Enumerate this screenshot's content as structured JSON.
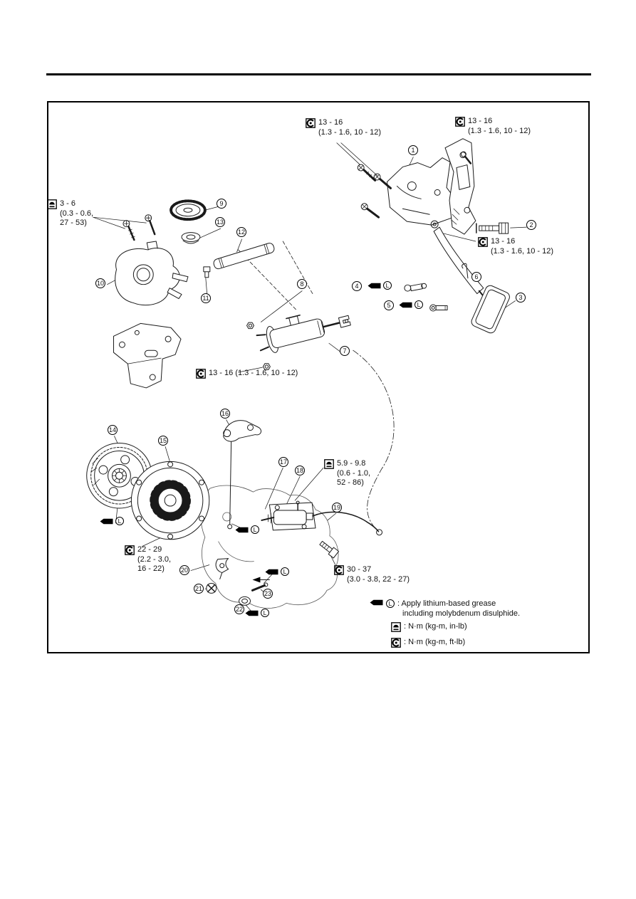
{
  "figure": {
    "kind": "exploded-parts-diagram",
    "subject": "Clutch pedal, master cylinder, clutch disc and operating cylinder"
  },
  "symbols": {
    "l": "L"
  },
  "torque": {
    "a": {
      "l1": "13 - 16",
      "l2": "(1.3 - 1.6, 10 - 12)"
    },
    "b": {
      "l1": "13 - 16",
      "l2": "(1.3 - 1.6, 10 - 12)"
    },
    "c": {
      "l1": "13 - 16",
      "l2": "(1.3 - 1.6, 10 - 12)"
    },
    "d": {
      "l1": "3 - 6",
      "l2": "(0.3 - 0.6,",
      "l3": "27 - 53)"
    },
    "e": {
      "l1": "13 - 16 (1.3 - 1.6, 10 - 12)"
    },
    "f": {
      "l1": "5.9 - 9.8",
      "l2": "(0.6 - 1.0,",
      "l3": "52 - 86)"
    },
    "g": {
      "l1": "22 - 29",
      "l2": "(2.2 - 3.0,",
      "l3": "16 - 22)"
    },
    "h": {
      "l1": "30 - 37",
      "l2": "(3.0 - 3.8, 22 - 27)"
    }
  },
  "callouts": {
    "c1": "1",
    "c2": "2",
    "c3": "3",
    "c4": "4",
    "c5": "5",
    "c6": "6",
    "c7": "7",
    "c8": "8",
    "c9": "9",
    "c10": "10",
    "c11": "11",
    "c12": "12",
    "c13": "13",
    "c14": "14",
    "c15": "15",
    "c16": "16",
    "c17": "17",
    "c18": "18",
    "c19": "19",
    "c20": "20",
    "c21": "21",
    "c22": "22",
    "c23": "23"
  },
  "legend": {
    "grease_line1": ":  Apply lithium-based grease",
    "grease_line2": "including molybdenum disulphide.",
    "inlb": ":  N·m (kg-m, in-lb)",
    "ftlb": ":  N·m (kg-m, ft-lb)"
  }
}
